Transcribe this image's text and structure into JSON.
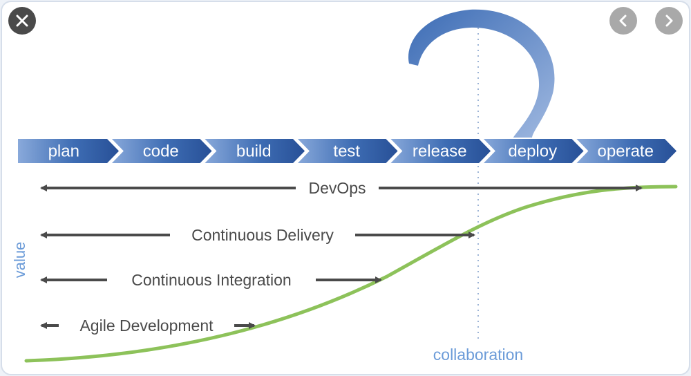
{
  "stages": [
    "plan",
    "code",
    "build",
    "test",
    "release",
    "deploy",
    "operate"
  ],
  "bars": [
    "DevOps",
    "Continuous Delivery",
    "Continuous Integration",
    "Agile Development"
  ],
  "axis": {
    "y_label": "value",
    "x_label": "collaboration"
  },
  "controls": {
    "close": "close-icon",
    "prev": "chevron-left-icon",
    "next": "chevron-right-icon"
  },
  "colors": {
    "stage_blue": "#2f5fa6",
    "stage_light": "#7f9fd2",
    "curve_green": "#8dc25a",
    "arrow_gray": "#4a4a4a",
    "axis_blue": "#6b9bd8",
    "control_gray": "#a9a9a9"
  }
}
